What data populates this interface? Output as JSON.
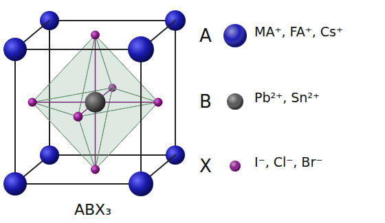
{
  "diagram": {
    "caption": "ABX₃",
    "labels": [
      "A",
      "B",
      "X"
    ],
    "legend": [
      {
        "text": "MA⁺, FA⁺, Cs⁺",
        "color": "#1c1cb0"
      },
      {
        "text": "Pb²⁺, Sn²⁺",
        "color": "#555555"
      },
      {
        "text": "I⁻, Cl⁻, Br⁻",
        "color": "#8a1c8a"
      }
    ]
  }
}
